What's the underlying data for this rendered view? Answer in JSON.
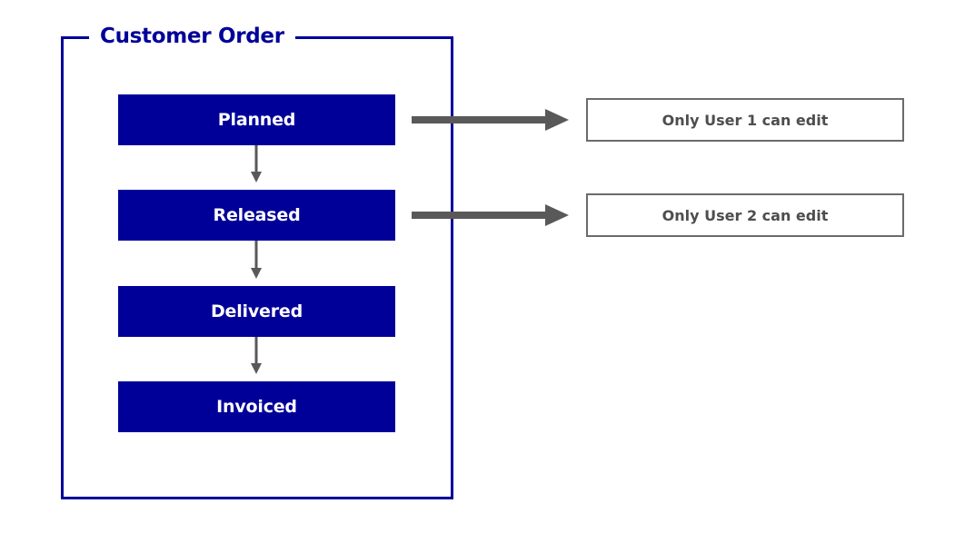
{
  "diagram": {
    "title": "Customer Order",
    "states": [
      {
        "label": "Planned"
      },
      {
        "label": "Released"
      },
      {
        "label": "Delivered"
      },
      {
        "label": "Invoiced"
      }
    ],
    "notes": [
      {
        "text": "Only User 1 can edit",
        "from_state": "Planned"
      },
      {
        "text": "Only User 2 can edit",
        "from_state": "Released"
      }
    ],
    "colors": {
      "state_fill": "#000099",
      "state_text": "#ffffff",
      "frame_border": "#000099",
      "arrow": "#595959",
      "note_border": "#6b6b6b",
      "note_text": "#4d4d4d"
    }
  }
}
